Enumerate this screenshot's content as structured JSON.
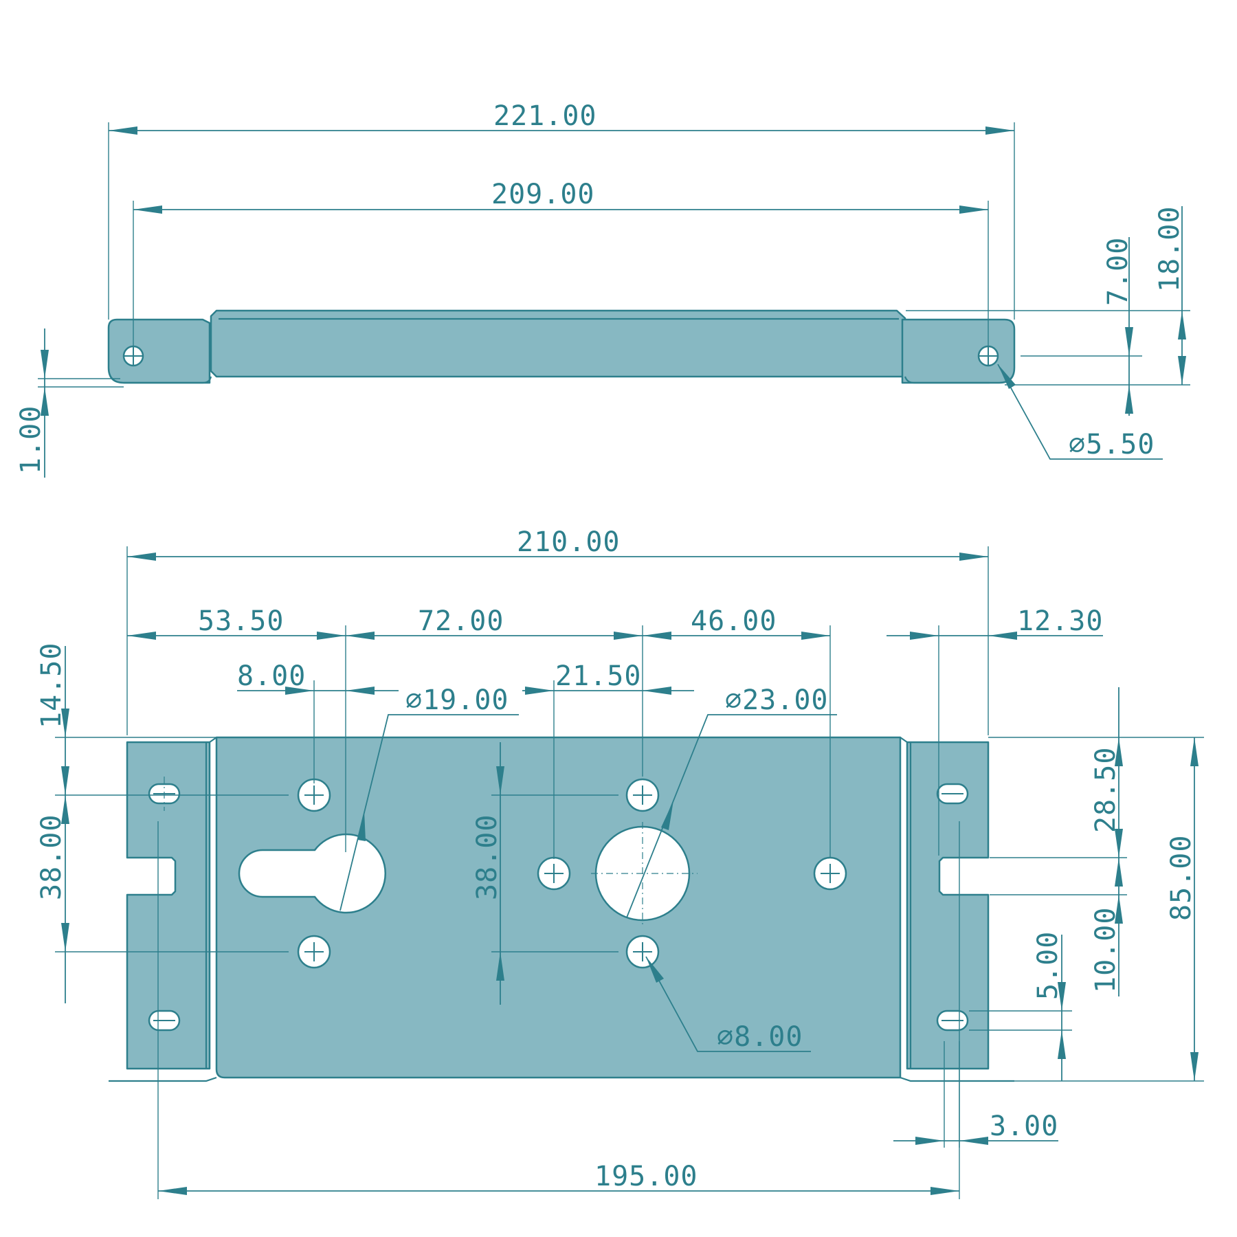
{
  "drawing": {
    "top_view": {
      "overall_length": "221.00",
      "hole_spacing": "209.00",
      "hole_height": "7.00",
      "total_height": "18.00",
      "sheet_thickness": "1.00",
      "hole_diameter": "∅5.50"
    },
    "front_view": {
      "overall_width": "210.00",
      "dim_53_50": "53.50",
      "dim_72_00": "72.00",
      "dim_46_00": "46.00",
      "dim_12_30": "12.30",
      "dim_8_00": "8.00",
      "dim_21_50": "21.50",
      "cylinder_hole_diameter": "∅19.00",
      "spindle_hole_diameter": "∅23.00",
      "small_hole_diameter": "∅8.00",
      "left_top_offset": "14.50",
      "left_hole_spacing": "38.00",
      "center_hole_spacing": "38.00",
      "right_top_offset": "28.50",
      "slot_width": "10.00",
      "overall_height": "85.00",
      "slot_hole_bottom_offset": "5.00",
      "slot_length": "3.00",
      "bottom_hole_spacing": "195.00"
    },
    "colors": {
      "line": "#2d7f8c",
      "fill": "#87b8c2",
      "background": "#ffffff"
    }
  }
}
